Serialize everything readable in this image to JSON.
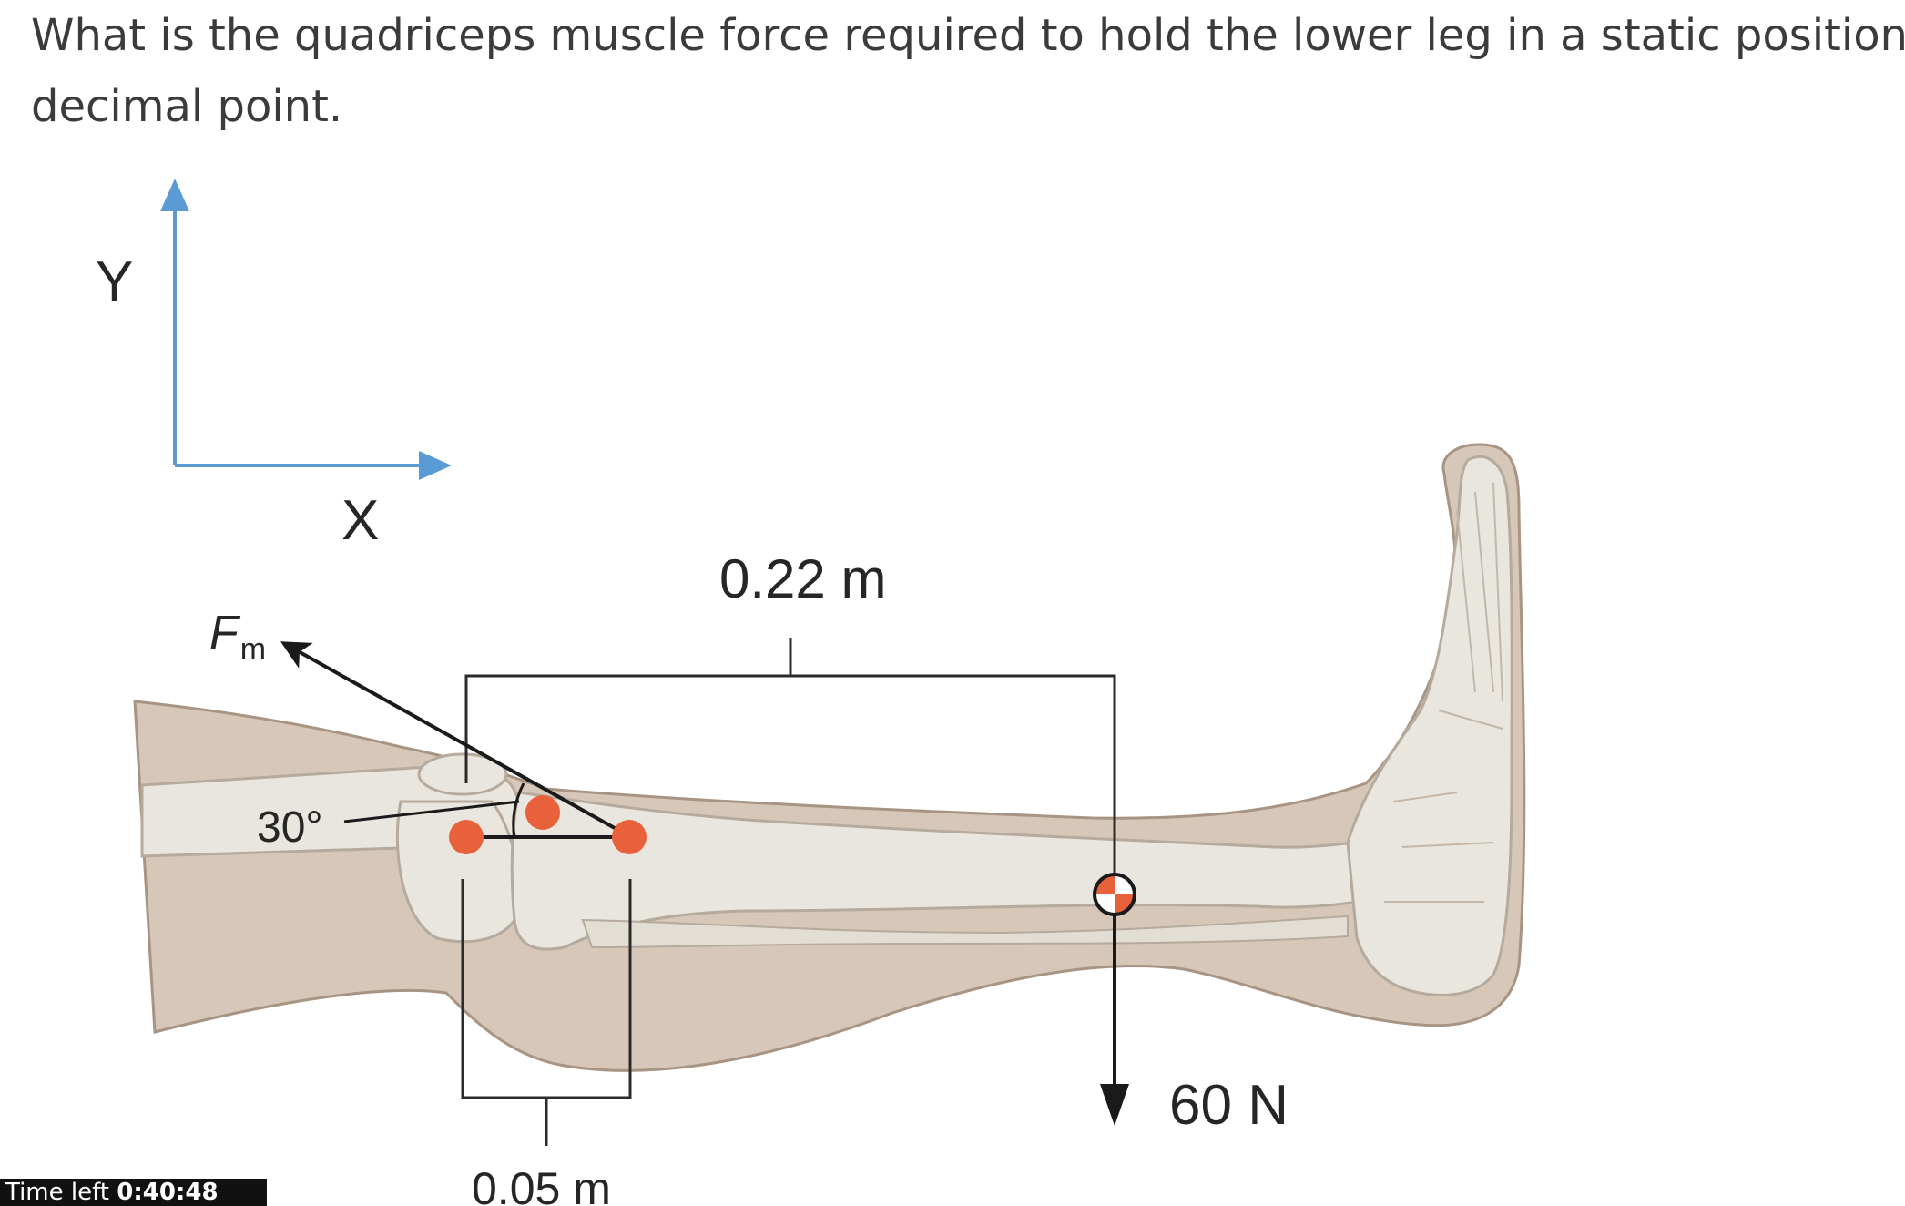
{
  "question": {
    "line1": "What is the quadriceps muscle force required to hold the lower leg in a static position? Report to",
    "line2": "decimal point."
  },
  "figure": {
    "axis_y_label": "Y",
    "axis_x_label": "X",
    "force_label_main": "F",
    "force_label_sub": "m",
    "angle_label": "30°",
    "distance_long_label": "0.22 m",
    "distance_short_label": "0.05 m",
    "weight_label": "60 N",
    "colors": {
      "axis": "#5b9bd5",
      "skin": "#d6c7b8",
      "skin_outline": "#a89482",
      "bone": "#e9e6df",
      "bone_outline": "#b5aa9c",
      "marker": "#e8613a",
      "line": "#2b2b2b"
    }
  },
  "timer": {
    "prefix": "Time left ",
    "value": "0:40:48"
  }
}
